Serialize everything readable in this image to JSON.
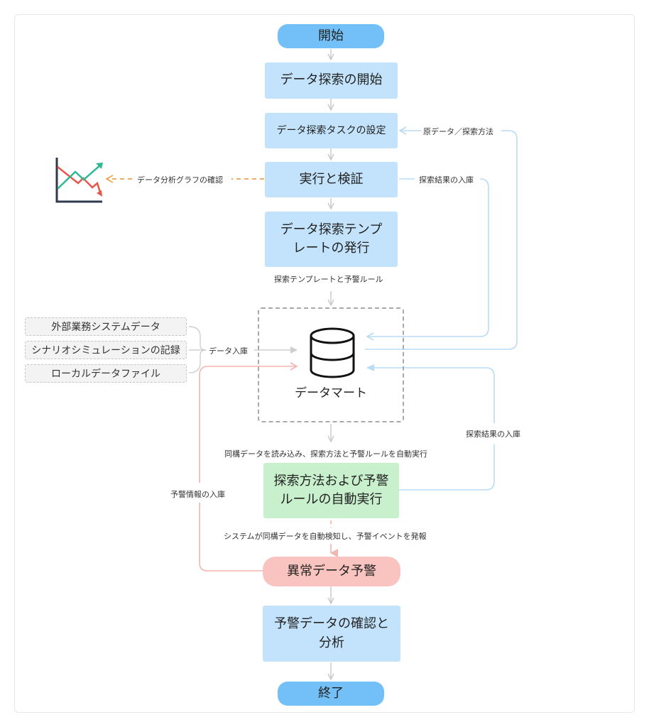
{
  "diagram": {
    "nodes": {
      "start": "開始",
      "begin_exploration": "データ探索の開始",
      "task_setup": "データ探索タスクの設定",
      "execute_verify": "実行と検証",
      "publish_template": "データ探索テンプレートの発行",
      "data_mart": "データマート",
      "auto_execute": "探索方法および予警ルールの自動実行",
      "anomaly_alert": "異常データ予警",
      "review_alert": "予警データの確認と分析",
      "end": "終了"
    },
    "sources": [
      "外部業務システムデータ",
      "シナリオシミュレーションの記録",
      "ローカルデータファイル"
    ],
    "edge_labels": {
      "raw_data_method": "原データ／探索方法",
      "chart_check": "データ分析グラフの確認",
      "result_store_1": "探索結果の入庫",
      "template_rules": "探索テンプレートと予警ルール",
      "data_ingest": "データ入庫",
      "read_and_execute": "同構データを読み込み、探索方法と予警ルールを自動実行",
      "result_store_2": "探索結果の入庫",
      "alert_store": "予警情報の入庫",
      "detect_and_alert": "システムが同構データを自動検知し、予警イベントを発報"
    },
    "icons": {
      "chart": "line-chart-icon",
      "database": "database-icon"
    },
    "colors": {
      "pill_blue": "#72c0f7",
      "step_blue": "#c2e3fb",
      "auto_green": "#c9f0cd",
      "alert_red": "#f9c3bf",
      "feedback_line": "#b8dcf7",
      "alert_line": "#f4b5b0",
      "chart_line_orange": "#f0a04b"
    }
  }
}
